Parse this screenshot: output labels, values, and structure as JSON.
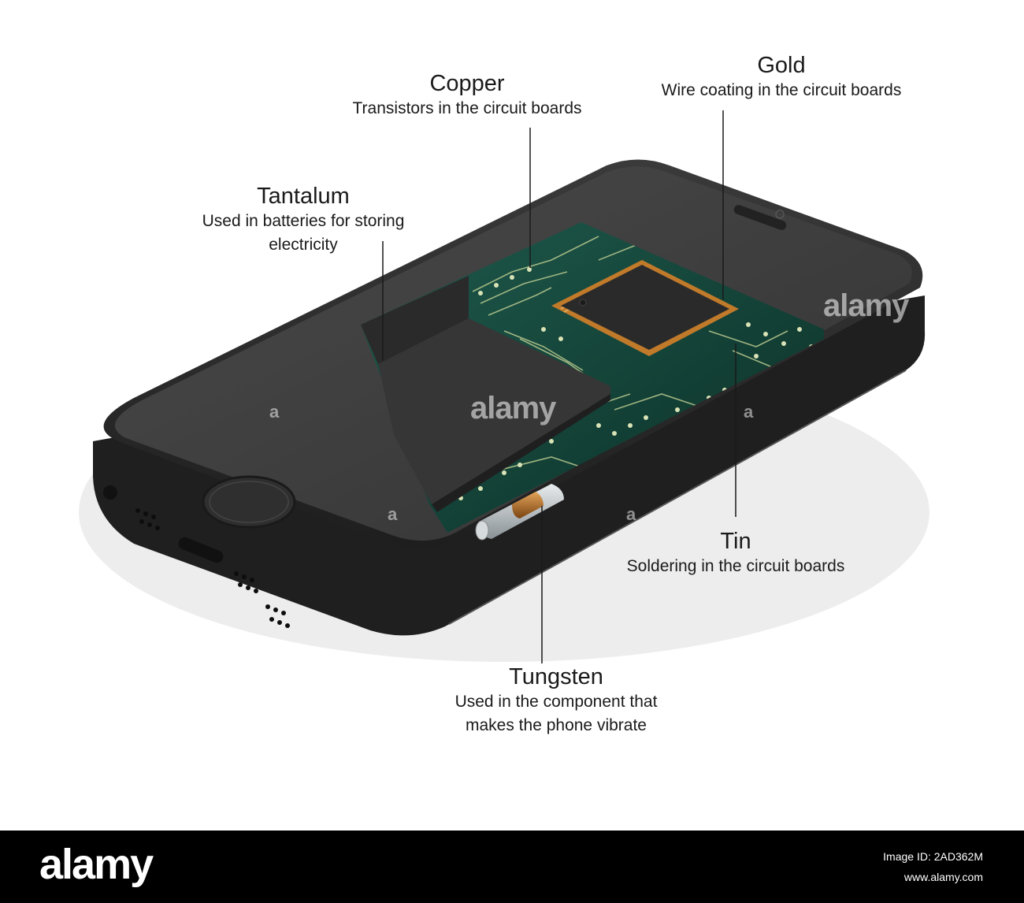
{
  "callouts": [
    {
      "key": "copper",
      "title": "Copper",
      "description": "Transistors in the circuit boards"
    },
    {
      "key": "gold",
      "title": "Gold",
      "description": "Wire coating in the circuit boards"
    },
    {
      "key": "tantalum",
      "title": "Tantalum",
      "description": "Used in batteries for storing\nelectricity"
    },
    {
      "key": "tin",
      "title": "Tin",
      "description": "Soldering in the circuit boards"
    },
    {
      "key": "tungsten",
      "title": "Tungsten",
      "description": "Used in the component that\nmakes the phone vibrate"
    }
  ],
  "watermark": {
    "text": "alamy",
    "letter": "a"
  },
  "footer": {
    "logo": "alamy",
    "image_id": "Image ID: 2AD362M",
    "site": "www.alamy.com"
  },
  "colors": {
    "phone_body": "#2c2c2c",
    "screen": "#3b3b3b",
    "board": "#0f3b32",
    "trace": "#c9d7a4",
    "chip_pins": "#c07a2a",
    "footer_bg": "#000000"
  }
}
